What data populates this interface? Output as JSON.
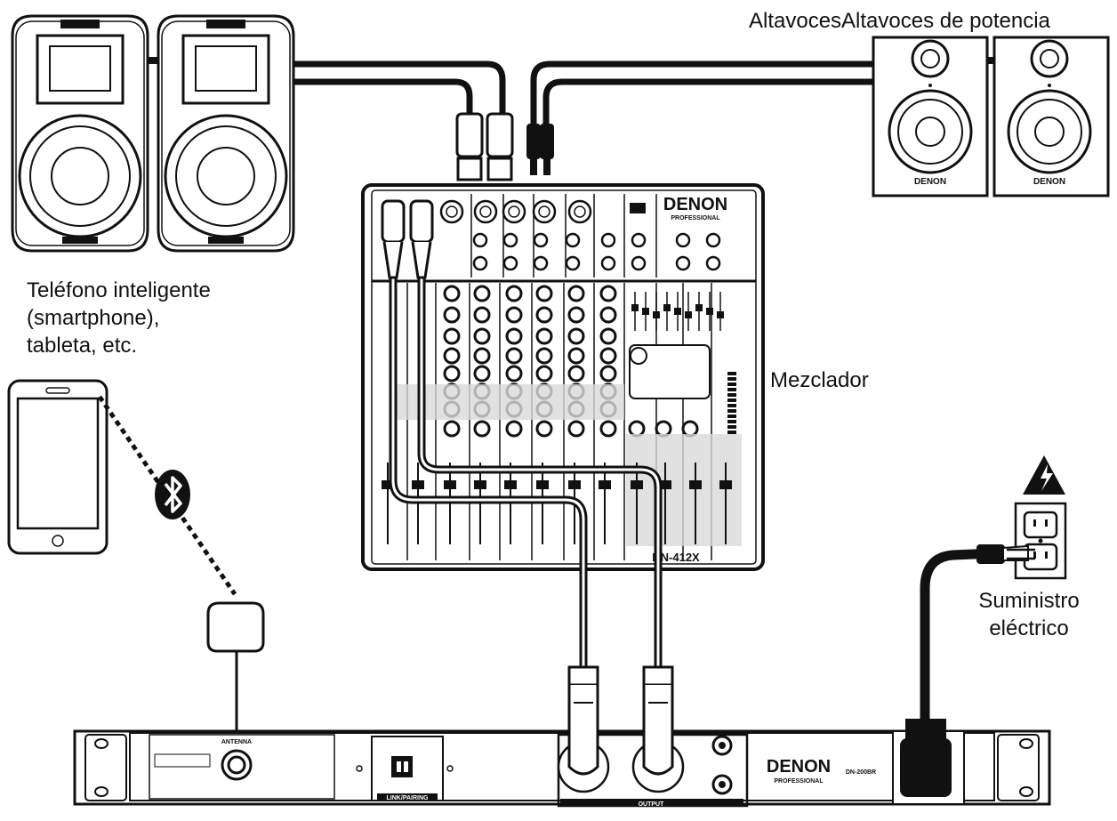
{
  "labels": {
    "speakers": "AltavocesAltavoces de potencia",
    "phone_line1": "Teléfono inteligente",
    "phone_line2": "(smartphone),",
    "phone_line3": "tableta, etc.",
    "mixer": "Mezclador",
    "power_line1": "Suministro",
    "power_line2": "eléctrico"
  },
  "devices": {
    "mixer_brand": "DENON",
    "mixer_sub": "PROFESSIONAL",
    "mixer_model": "DN-412X",
    "monitor_brand": "DENON",
    "receiver_brand": "DENON",
    "receiver_sub": "PROFESSIONAL",
    "receiver_model": "DN-200BR",
    "receiver_antenna": "ANTENNA",
    "receiver_pair": "LINK/PAIRING",
    "receiver_output": "OUTPUT"
  },
  "icons": {
    "bluetooth": "bluetooth-icon",
    "hazard": "high-voltage-warning-icon"
  },
  "colors": {
    "line": "#111111",
    "panel_gray": "#d9d9d9",
    "hazard_fill": "#111111"
  }
}
